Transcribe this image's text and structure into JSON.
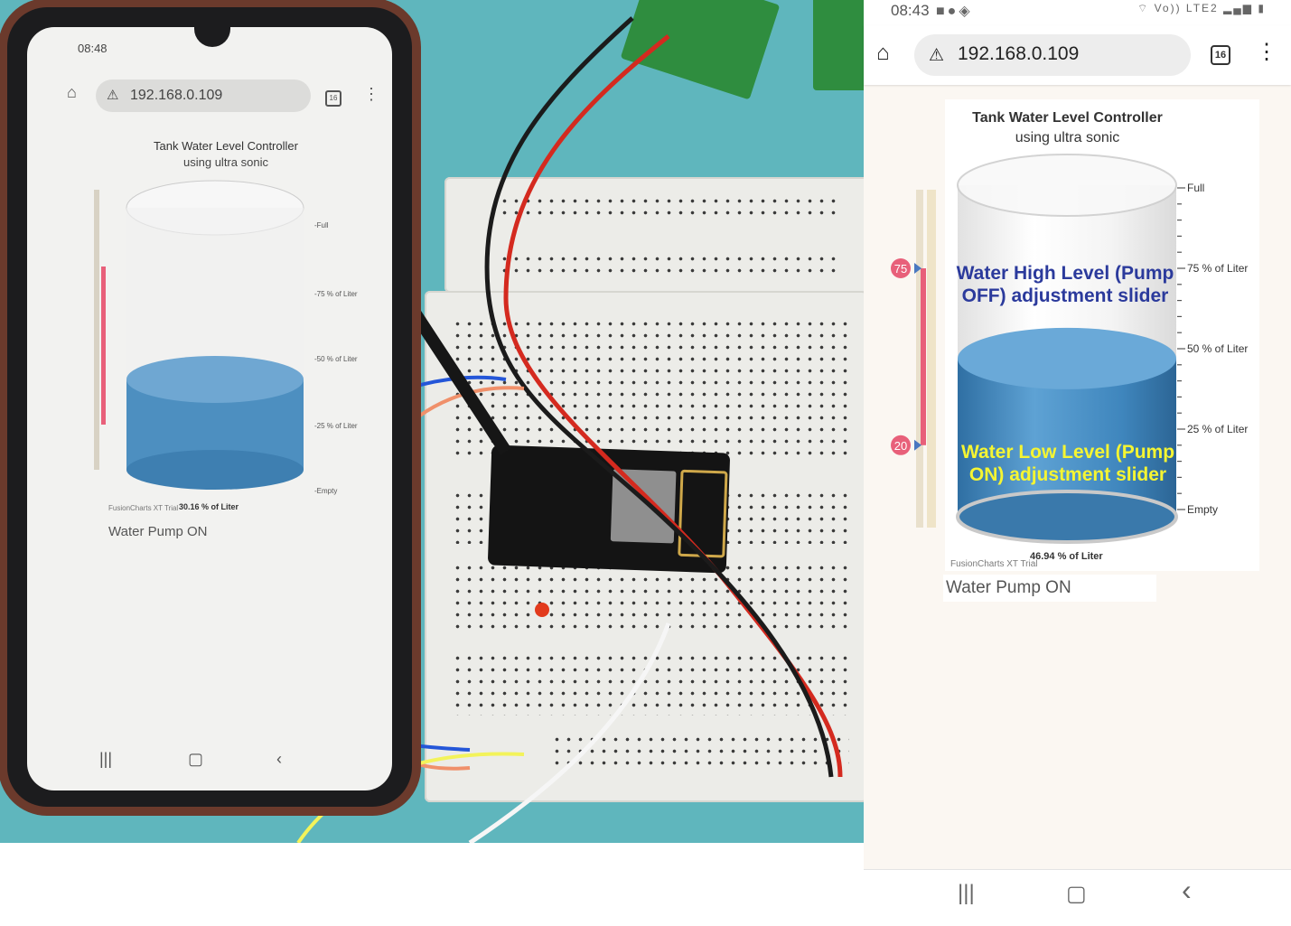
{
  "photo_phone": {
    "status_time": "08:48",
    "url": "192.168.0.109",
    "tabs_count": "16",
    "title": "Tank Water Level Controller",
    "subtitle": "using ultra sonic",
    "labels": [
      "Full",
      "75 % of Liter",
      "50 % of Liter",
      "25 % of Liter",
      "Empty"
    ],
    "high_marker": "75",
    "low_marker": "20",
    "value_label": "30.16 % of Liter",
    "watermark": "FusionCharts XT Trial",
    "pump_status": "Water Pump ON"
  },
  "status_bar": {
    "time": "08:43",
    "icons": [
      "video-icon",
      "account-icon",
      "shield-icon"
    ],
    "signal_text": "Vo)) LTE2"
  },
  "address_bar": {
    "url": "192.168.0.109",
    "tabs_count": "16"
  },
  "chart": {
    "title": "Tank Water Level Controller",
    "subtitle": "using ultra sonic",
    "scale_labels": [
      "Full",
      "75 % of Liter",
      "50 % of Liter",
      "25 % of Liter",
      "Empty"
    ],
    "high_slider_value": "75",
    "low_slider_value": "20",
    "fill_level_percent": 46.94,
    "value_label": "46.94 % of Liter",
    "watermark": "FusionCharts XT Trial",
    "high_annotation": "Water High Level (Pump OFF) adjustment slider",
    "low_annotation": "Water Low Level (Pump ON) adjustment slider",
    "colors": {
      "water": "#3f86bd",
      "marker": "#e8607a",
      "high_text": "#2b3a9c",
      "low_text": "#f5f532"
    }
  },
  "pump_status": "Water Pump ON",
  "nav": {
    "recents": "|||",
    "home": "▢",
    "back": "‹"
  }
}
